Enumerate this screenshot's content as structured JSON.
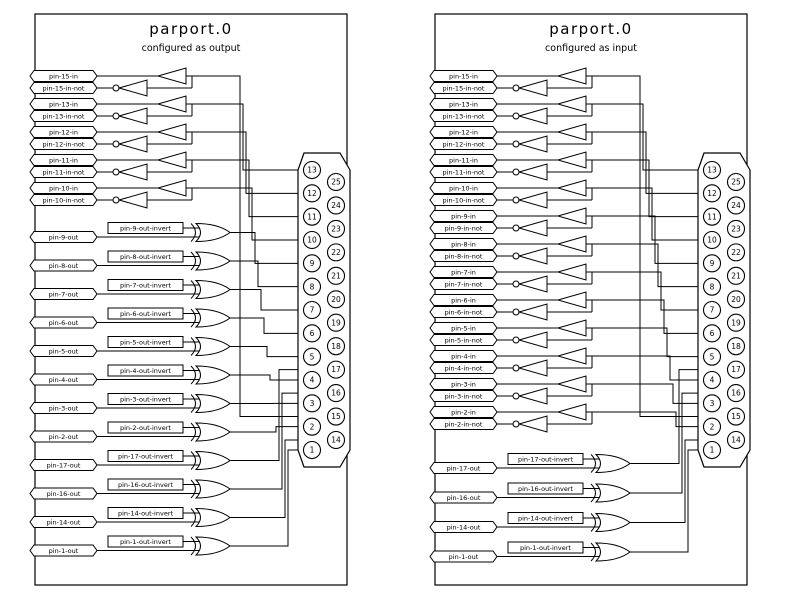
{
  "colors": {
    "background": "#ffffff",
    "line": "#000000",
    "shape_fill": "#ffffff"
  },
  "diagrams": [
    {
      "title": "parport.0",
      "subtitle": "configured as output",
      "in_pairs": [
        {
          "pin": 15,
          "in_label": "pin-15-in",
          "not_label": "pin-15-in-not"
        },
        {
          "pin": 13,
          "in_label": "pin-13-in",
          "not_label": "pin-13-in-not"
        },
        {
          "pin": 12,
          "in_label": "pin-12-in",
          "not_label": "pin-12-in-not"
        },
        {
          "pin": 11,
          "in_label": "pin-11-in",
          "not_label": "pin-11-in-not"
        },
        {
          "pin": 10,
          "in_label": "pin-10-in",
          "not_label": "pin-10-in-not"
        }
      ],
      "out_pins": [
        {
          "pin": 9,
          "label": "pin-9-out",
          "invert_label": "pin-9-out-invert"
        },
        {
          "pin": 8,
          "label": "pin-8-out",
          "invert_label": "pin-8-out-invert"
        },
        {
          "pin": 7,
          "label": "pin-7-out",
          "invert_label": "pin-7-out-invert"
        },
        {
          "pin": 6,
          "label": "pin-6-out",
          "invert_label": "pin-6-out-invert"
        },
        {
          "pin": 5,
          "label": "pin-5-out",
          "invert_label": "pin-5-out-invert"
        },
        {
          "pin": 4,
          "label": "pin-4-out",
          "invert_label": "pin-4-out-invert"
        },
        {
          "pin": 3,
          "label": "pin-3-out",
          "invert_label": "pin-3-out-invert"
        },
        {
          "pin": 2,
          "label": "pin-2-out",
          "invert_label": "pin-2-out-invert"
        },
        {
          "pin": 17,
          "label": "pin-17-out",
          "invert_label": "pin-17-out-invert"
        },
        {
          "pin": 16,
          "label": "pin-16-out",
          "invert_label": "pin-16-out-invert"
        },
        {
          "pin": 14,
          "label": "pin-14-out",
          "invert_label": "pin-14-out-invert"
        },
        {
          "pin": 1,
          "label": "pin-1-out",
          "invert_label": "pin-1-out-invert"
        }
      ],
      "connector": {
        "left_column": [
          13,
          12,
          11,
          10,
          9,
          8,
          7,
          6,
          5,
          4,
          3,
          2,
          1
        ],
        "right_column": [
          25,
          24,
          23,
          22,
          21,
          20,
          19,
          18,
          17,
          16,
          15,
          14
        ]
      }
    },
    {
      "title": "parport.0",
      "subtitle": "configured as input",
      "in_pairs": [
        {
          "pin": 15,
          "in_label": "pin-15-in",
          "not_label": "pin-15-in-not"
        },
        {
          "pin": 13,
          "in_label": "pin-13-in",
          "not_label": "pin-13-in-not"
        },
        {
          "pin": 12,
          "in_label": "pin-12-in",
          "not_label": "pin-12-in-not"
        },
        {
          "pin": 11,
          "in_label": "pin-11-in",
          "not_label": "pin-11-in-not"
        },
        {
          "pin": 10,
          "in_label": "pin-10-in",
          "not_label": "pin-10-in-not"
        },
        {
          "pin": 9,
          "in_label": "pin-9-in",
          "not_label": "pin-9-in-not"
        },
        {
          "pin": 8,
          "in_label": "pin-8-in",
          "not_label": "pin-8-in-not"
        },
        {
          "pin": 7,
          "in_label": "pin-7-in",
          "not_label": "pin-7-in-not"
        },
        {
          "pin": 6,
          "in_label": "pin-6-in",
          "not_label": "pin-6-in-not"
        },
        {
          "pin": 5,
          "in_label": "pin-5-in",
          "not_label": "pin-5-in-not"
        },
        {
          "pin": 4,
          "in_label": "pin-4-in",
          "not_label": "pin-4-in-not"
        },
        {
          "pin": 3,
          "in_label": "pin-3-in",
          "not_label": "pin-3-in-not"
        },
        {
          "pin": 2,
          "in_label": "pin-2-in",
          "not_label": "pin-2-in-not"
        }
      ],
      "out_pins": [
        {
          "pin": 17,
          "label": "pin-17-out",
          "invert_label": "pin-17-out-invert"
        },
        {
          "pin": 16,
          "label": "pin-16-out",
          "invert_label": "pin-16-out-invert"
        },
        {
          "pin": 14,
          "label": "pin-14-out",
          "invert_label": "pin-14-out-invert"
        },
        {
          "pin": 1,
          "label": "pin-1-out",
          "invert_label": "pin-1-out-invert"
        }
      ],
      "connector": {
        "left_column": [
          13,
          12,
          11,
          10,
          9,
          8,
          7,
          6,
          5,
          4,
          3,
          2,
          1
        ],
        "right_column": [
          25,
          24,
          23,
          22,
          21,
          20,
          19,
          18,
          17,
          16,
          15,
          14
        ]
      }
    }
  ]
}
